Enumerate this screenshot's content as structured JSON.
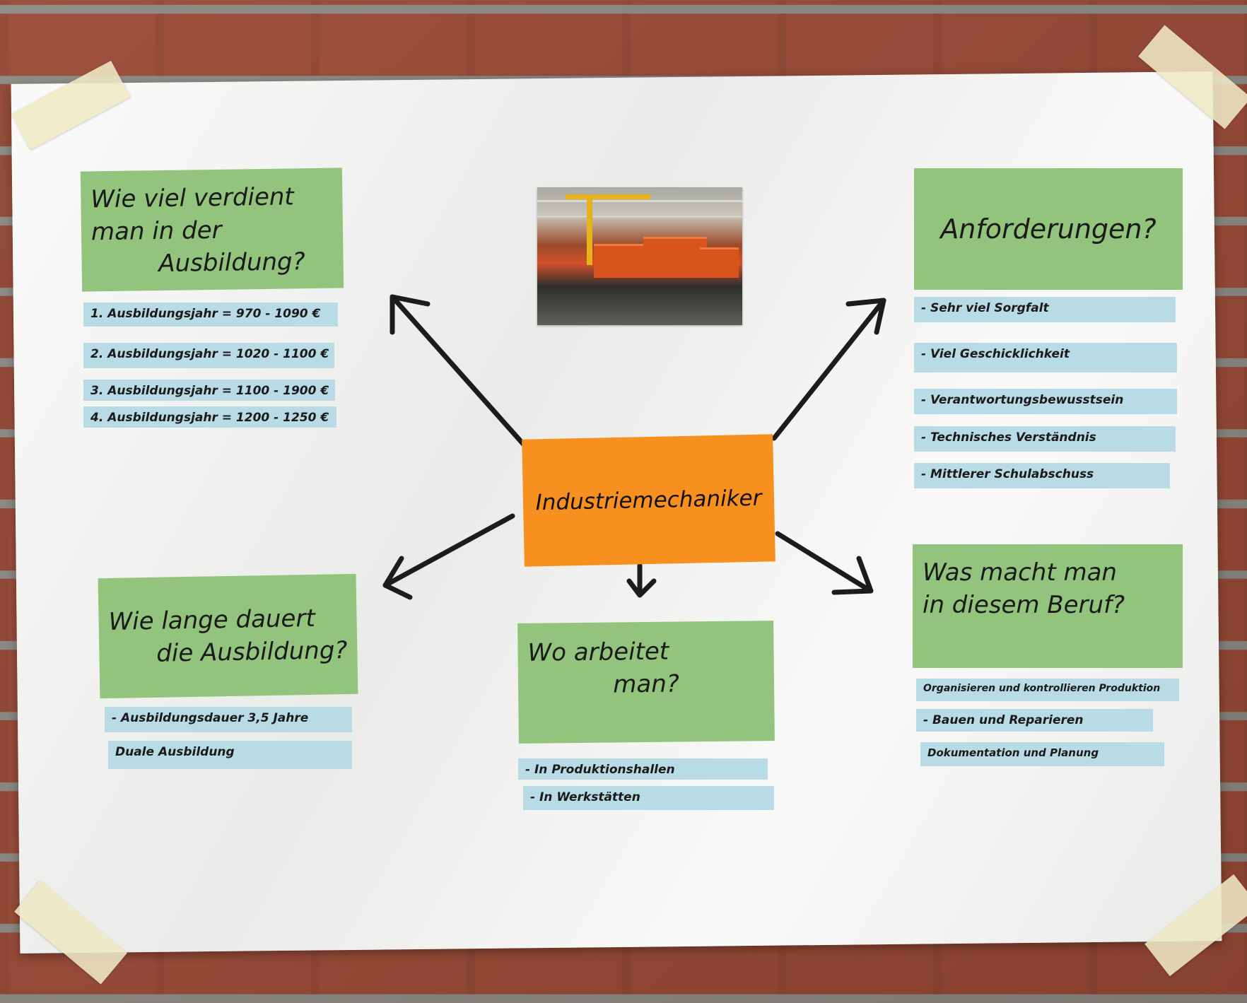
{
  "center": {
    "title": "Industriemechaniker"
  },
  "photo": {
    "description_icon": "factory-photo"
  },
  "salary": {
    "question": [
      "Wie viel verdient",
      "man in der",
      "Ausbildung?"
    ],
    "items": [
      "1. Ausbildungsjahr = 970 - 1090 €",
      "2. Ausbildungsjahr = 1020 - 1100 €",
      "3. Ausbildungsjahr = 1100 - 1900 €",
      "4. Ausbildungsjahr = 1200 - 1250 €"
    ]
  },
  "requirements": {
    "question": [
      "Anforderungen?"
    ],
    "items": [
      "- Sehr viel Sorgfalt",
      "- Viel Geschicklichkeit",
      "- Verantwortungsbewusstsein",
      "- Technisches Verständnis",
      "- Mittlerer Schulabschuss"
    ]
  },
  "duration": {
    "question": [
      "Wie lange dauert",
      "die Ausbildung?"
    ],
    "items": [
      "- Ausbildungsdauer 3,5 Jahre",
      "Duale Ausbildung"
    ]
  },
  "workplace": {
    "question": [
      "Wo arbeitet",
      "man?"
    ],
    "items": [
      "- In Produktionshallen",
      "- In Werkstätten"
    ]
  },
  "tasks": {
    "question": [
      "Was macht man",
      "in diesem Beruf?"
    ],
    "items": [
      "Organisieren und kontrollieren Produktion",
      "- Bauen und Reparieren",
      "Dokumentation und Planung"
    ]
  },
  "colors": {
    "green": "#93c47d",
    "blue": "#b8dbe6",
    "orange": "#f7901e"
  }
}
